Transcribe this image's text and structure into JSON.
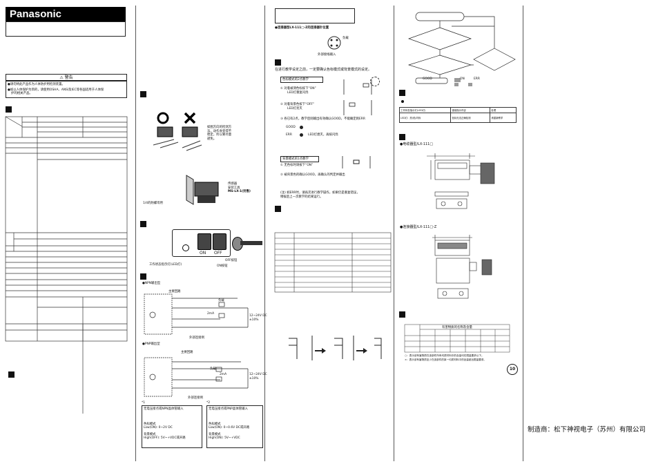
{
  "header": {
    "brand": "Panasonic"
  },
  "warning": {
    "title": "警告",
    "lines": [
      "●请勿将此产品作为人体防护用检测装置。",
      "●如以人体保护为目的，请使用OSHA、ANSI及IEC等各国适用于人体保",
      "护的相关产品。"
    ]
  },
  "mounting": {
    "notes": [
      "如图方向的检测方",
      "法，动作会变得不",
      "稳定，所以要尽量",
      "避免。"
    ],
    "bracket": [
      "传感器",
      "安装工具",
      "MS-LX-1(另售)"
    ],
    "holder": "1/4的防螺母用"
  },
  "panel": {
    "on": "ON",
    "off": "OFF",
    "indicator": "工作状态指示灯(LED灯)",
    "on_button": "ON按钮",
    "off_button": "OFF按钮"
  },
  "io": {
    "npn_title": "●NPN输出型",
    "pnp_title": "●PNP输出型",
    "npn_labels": [
      "主要回路",
      "负载",
      "2mA",
      "12~24V DC",
      "±10%",
      "外部连接例"
    ],
    "pnp_labels": [
      "主要回路",
      "负载",
      "2mA",
      "12~24V DC",
      "±10%",
      "外部连接例"
    ],
    "note1_title": "*1",
    "note1": [
      "无电压接点或NPN晶体管输入",
      "色标模式",
      "Low(ON): 0~2V DC",
      "背景模式",
      "High(OFF): 5V~+VDC或开路"
    ],
    "note2_title": "*2",
    "note2": [
      "无电压接点或PNP晶体管输入",
      "色标模式",
      "Low(ON): 0~0.6V DC或开路",
      "背景模式",
      "High(ON): 5V~+VDC"
    ]
  },
  "col3": {
    "connector_title": "●连接器型LX-111□-Z的连接器针位置",
    "connector_pins": [
      "负载",
      "外部接线输入"
    ],
    "intro": "在进行教学设定之前，一定要确认色标模式或背景模式的设定。",
    "mode1": "色标模式的2点教学",
    "steps1": [
      "①  对着被测色标按下“ON”",
      "LED灯重复闪烁",
      "②  对着背景色按下“OFF”",
      "LED灯亮灭",
      "③  各已有2点，教学后则输出有效确认GOOD，不能确定则ERR"
    ],
    "good": "GOOD",
    "err": "ERR",
    "led_note": "LED灯熄灭，再按闪烁",
    "mode2": "背景模式的1点教学",
    "steps2": [
      "①  无色标时请按下“ON”",
      "②  被背景色的确认GOOD，再确认的判定并输出"
    ],
    "note": [
      "(注) 如ERR时，请再次进行教学操作，如果仍是重复错误，",
      "稍候后上一次教学的结果运行。"
    ]
  },
  "col4": {
    "flow_labels": [
      "ON",
      "GOOD",
      "ERR"
    ],
    "trouble_headers": [
      "工作状态指示灯(LED灯)",
      "错误指示内容",
      "处理"
    ],
    "trouble_row": [
      "LED灯：亮/熄/闪烁",
      "色标无法正确检测",
      "请重新教学"
    ],
    "dims_title1": "●电缆器型/LX-111□",
    "dims_title2": "●连接器型/LX-111□-Z",
    "table_title": "有害物质的名称及含量",
    "footnotes": [
      "○：表示该有害物质在该部件所有均质材料中的含量均在限量要求以下。",
      "×：表示该有害物质至少在该部件的某一均质材料中的含量超出限量要求。"
    ],
    "sign": "10"
  },
  "footer": {
    "maker": "制造商：松下神视电子（苏州）有限公司"
  }
}
